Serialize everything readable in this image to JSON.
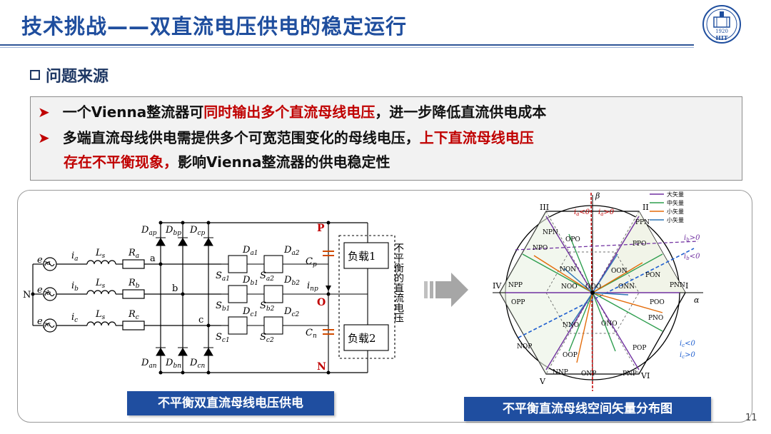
{
  "title": "技术挑战——双直流电压供电的稳定运行",
  "logo": {
    "year": "1920",
    "letters": "HIT"
  },
  "section_title": "问题来源",
  "bullets": [
    {
      "prefix": "一个Vienna整流器可",
      "highlight": "同时输出多个直流母线电压",
      "suffix": "，进一步降低直流供电成本"
    },
    {
      "line1_normal": "多端直流母线供电需提供多个可宽范围变化的母线电压，",
      "line1_highlight": "上下直流母线电压",
      "line2_highlight": "存在不平衡现象，",
      "line2_suffix": "影响Vienna整流器的供电稳定性"
    }
  ],
  "left_caption": "不平衡双直流母线电压供电",
  "right_caption": "不平衡直流母线空间矢量分布图",
  "page_number": "11",
  "circuit": {
    "vertical_label": "不平衡的直流电压",
    "load1": "负载1",
    "load2": "负载2",
    "node_N": "N",
    "node_P": "P",
    "node_O": "O",
    "node_N2": "N",
    "node_a": "a",
    "node_b": "b",
    "node_c": "c",
    "src_a": "e",
    "src_a_sub": "ga",
    "src_b": "e",
    "src_b_sub": "gb",
    "src_c": "e",
    "src_c_sub": "gc",
    "cur_a": "i",
    "cur_a_sub": "a",
    "cur_b": "i",
    "cur_b_sub": "b",
    "cur_c": "i",
    "cur_c_sub": "c",
    "ind": "L",
    "ind_sub": "s",
    "res": "R",
    "res_a_sub": "a",
    "res_b_sub": "b",
    "res_c_sub": "c",
    "d_ap": "D",
    "d_ap_sub": "ap",
    "d_bp": "D",
    "d_bp_sub": "bp",
    "d_cp": "D",
    "d_cp_sub": "cp",
    "d_an": "D",
    "d_an_sub": "an",
    "d_bn": "D",
    "d_bn_sub": "bn",
    "d_cn": "D",
    "d_cn_sub": "cn",
    "d_a1": "D",
    "d_a1_sub": "a1",
    "d_a2": "D",
    "d_a2_sub": "a2",
    "d_b1": "D",
    "d_b1_sub": "b1",
    "d_b2": "D",
    "d_b2_sub": "b2",
    "d_c1": "D",
    "d_c1_sub": "c1",
    "d_c2": "D",
    "d_c2_sub": "c2",
    "s_a1": "S",
    "s_a1_sub": "a1",
    "s_a2": "S",
    "s_a2_sub": "a2",
    "s_b1": "S",
    "s_b1_sub": "b1",
    "s_b2": "S",
    "s_b2_sub": "b2",
    "s_c1": "S",
    "s_c1_sub": "c1",
    "s_c2": "S",
    "s_c2_sub": "c2",
    "cp": "C",
    "cp_sub": "p",
    "cn": "C",
    "cn_sub": "n",
    "inp": "i",
    "inp_sub": "np"
  },
  "vector": {
    "legend": [
      {
        "label": "大矢量",
        "color": "#7030a0"
      },
      {
        "label": "中矢量",
        "color": "#2e9e4f"
      },
      {
        "label": "小矢量",
        "color": "#e46c0a"
      },
      {
        "label": "小矢量",
        "color": "#2e75b6"
      }
    ],
    "sectors": [
      "I",
      "II",
      "III",
      "IV",
      "V",
      "VI"
    ],
    "axis_beta": "β",
    "axis_alpha": "α",
    "vectors": [
      "PPN",
      "PPO",
      "OPO",
      "NPN",
      "NPO",
      "OON",
      "NON",
      "PON",
      "PNN",
      "POO",
      "ONN",
      "NOO",
      "OOO",
      "NPP",
      "OPP",
      "PNO",
      "ONO",
      "NNO",
      "NOP",
      "POP",
      "OOP",
      "NNP",
      "ONP",
      "PNP"
    ],
    "annotations": [
      {
        "main": "i",
        "sub": "a",
        "rel": "<0"
      },
      {
        "main": "i",
        "sub": "a",
        "rel": ">0"
      },
      {
        "main": "i",
        "sub": "b",
        "rel": ">0"
      },
      {
        "main": "i",
        "sub": "b",
        "rel": "<0"
      },
      {
        "main": "i",
        "sub": "c",
        "rel": "<0"
      },
      {
        "main": "i",
        "sub": "c",
        "rel": ">0"
      }
    ]
  }
}
